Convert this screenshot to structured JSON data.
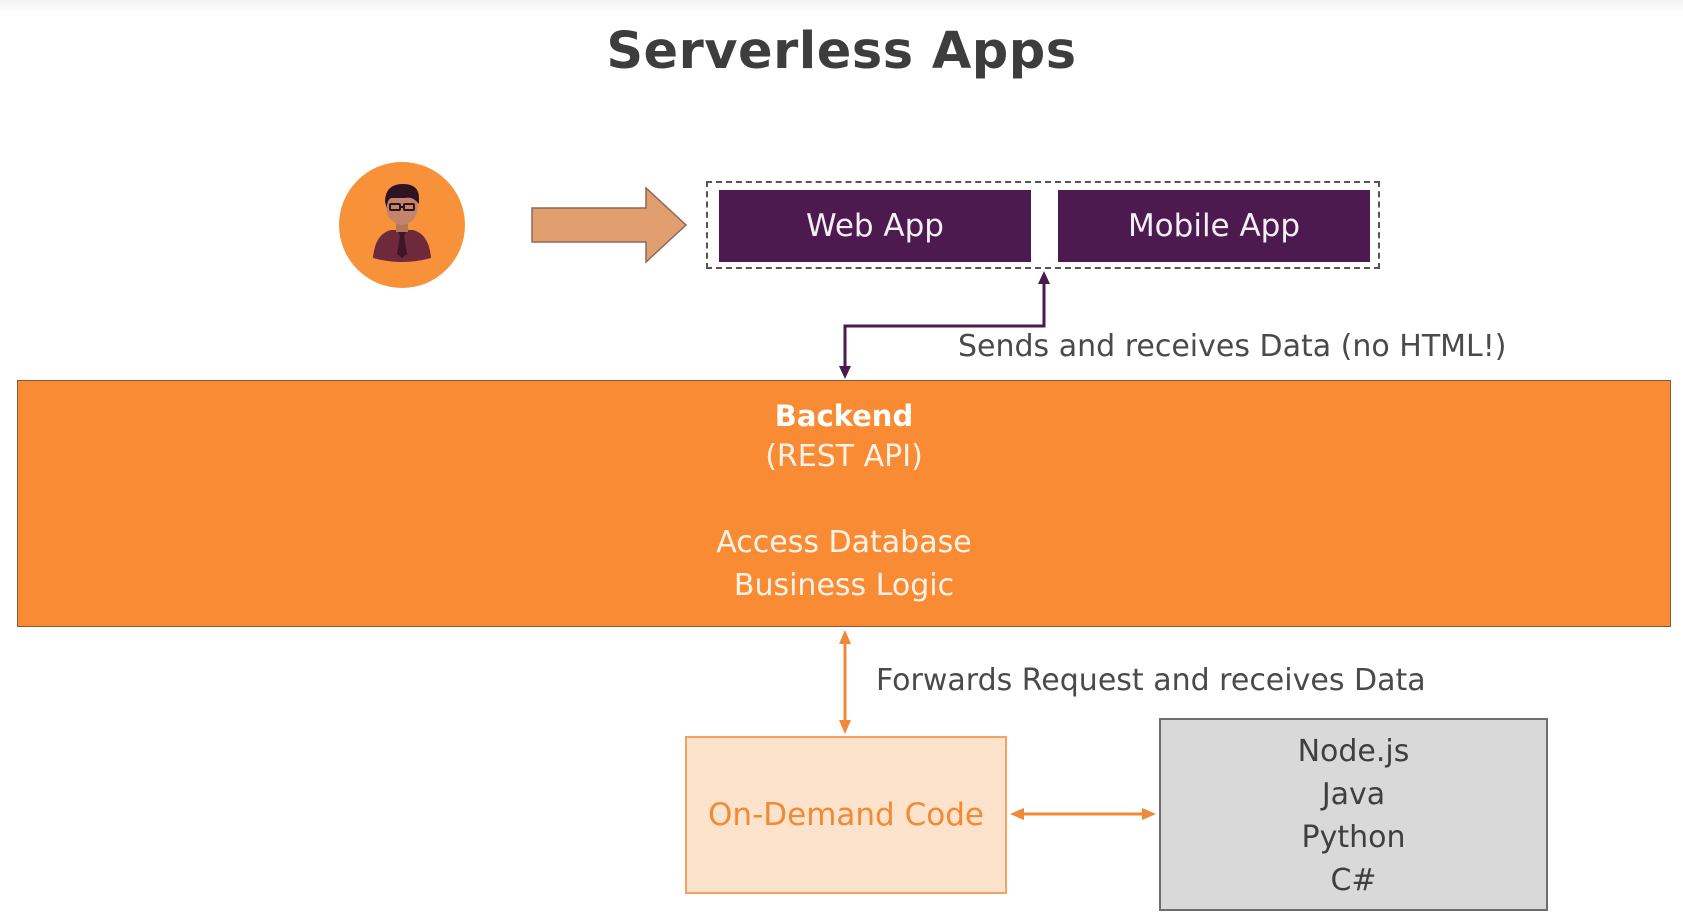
{
  "title": "Serverless Apps",
  "apps": {
    "web": "Web App",
    "mobile": "Mobile App"
  },
  "links": {
    "client_backend": "Sends and receives Data (no HTML!)",
    "backend_code": "Forwards Request and receives Data"
  },
  "backend": {
    "title": "Backend",
    "subtitle": "(REST API)",
    "lines": [
      "Access Database",
      "Business Logic"
    ]
  },
  "on_demand": "On-Demand Code",
  "languages": [
    "Node.js",
    "Java",
    "Python",
    "C#"
  ],
  "colors": {
    "user_circle": "#f7923a",
    "user_arrow": "#e19e6f",
    "app_box": "#4d1a4f",
    "backend": "#f98b34",
    "on_demand_fill": "#fde3cc",
    "on_demand_text": "#f28a35",
    "languages_fill": "#d9d9d9",
    "purple_connector": "#4d1a4f",
    "orange_connector": "#f0883a"
  },
  "icons": {
    "user": "user-avatar-icon",
    "flow_arrow": "right-arrow-icon"
  }
}
